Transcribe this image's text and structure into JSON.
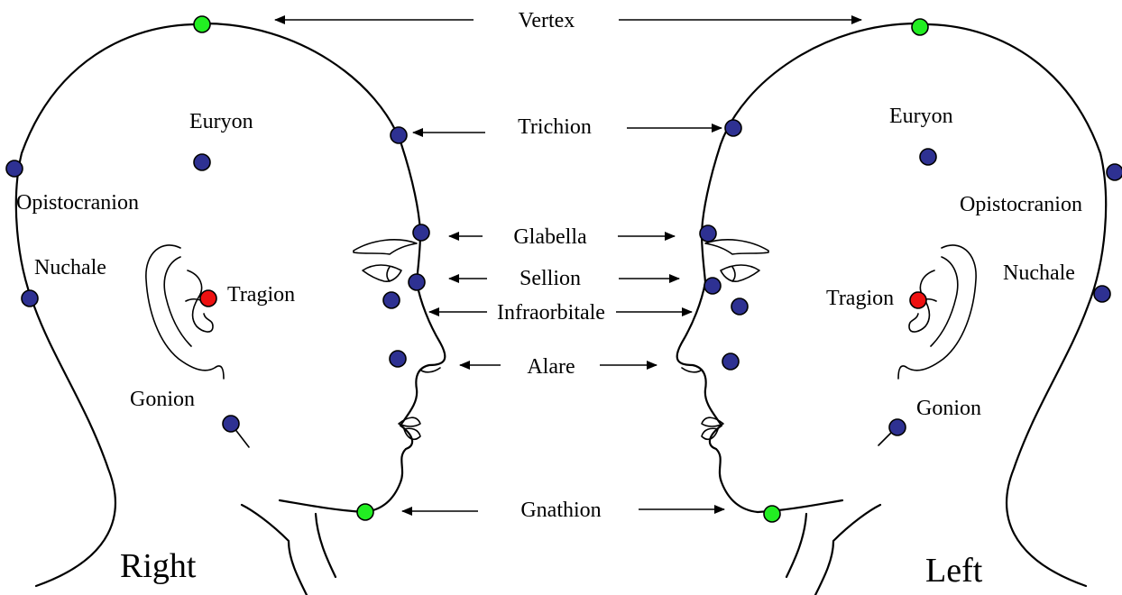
{
  "colors": {
    "outline": "#000000",
    "landmark_standard": "#2e3192",
    "landmark_midline": "#22ee22",
    "landmark_tragion": "#ee1111",
    "background": "#ffffff"
  },
  "center_labels": {
    "vertex": "Vertex",
    "trichion": "Trichion",
    "glabella": "Glabella",
    "sellion": "Sellion",
    "infraorbitale": "Infraorbitale",
    "alare": "Alare",
    "gnathion": "Gnathion"
  },
  "right_head": {
    "side_label": "Right",
    "labels": {
      "euryon": "Euryon",
      "opistocranion": "Opistocranion",
      "nuchale": "Nuchale",
      "tragion": "Tragion",
      "gonion": "Gonion"
    }
  },
  "left_head": {
    "side_label": "Left",
    "labels": {
      "euryon": "Euryon",
      "opistocranion": "Opistocranion",
      "nuchale": "Nuchale",
      "tragion": "Tragion",
      "gonion": "Gonion"
    }
  }
}
